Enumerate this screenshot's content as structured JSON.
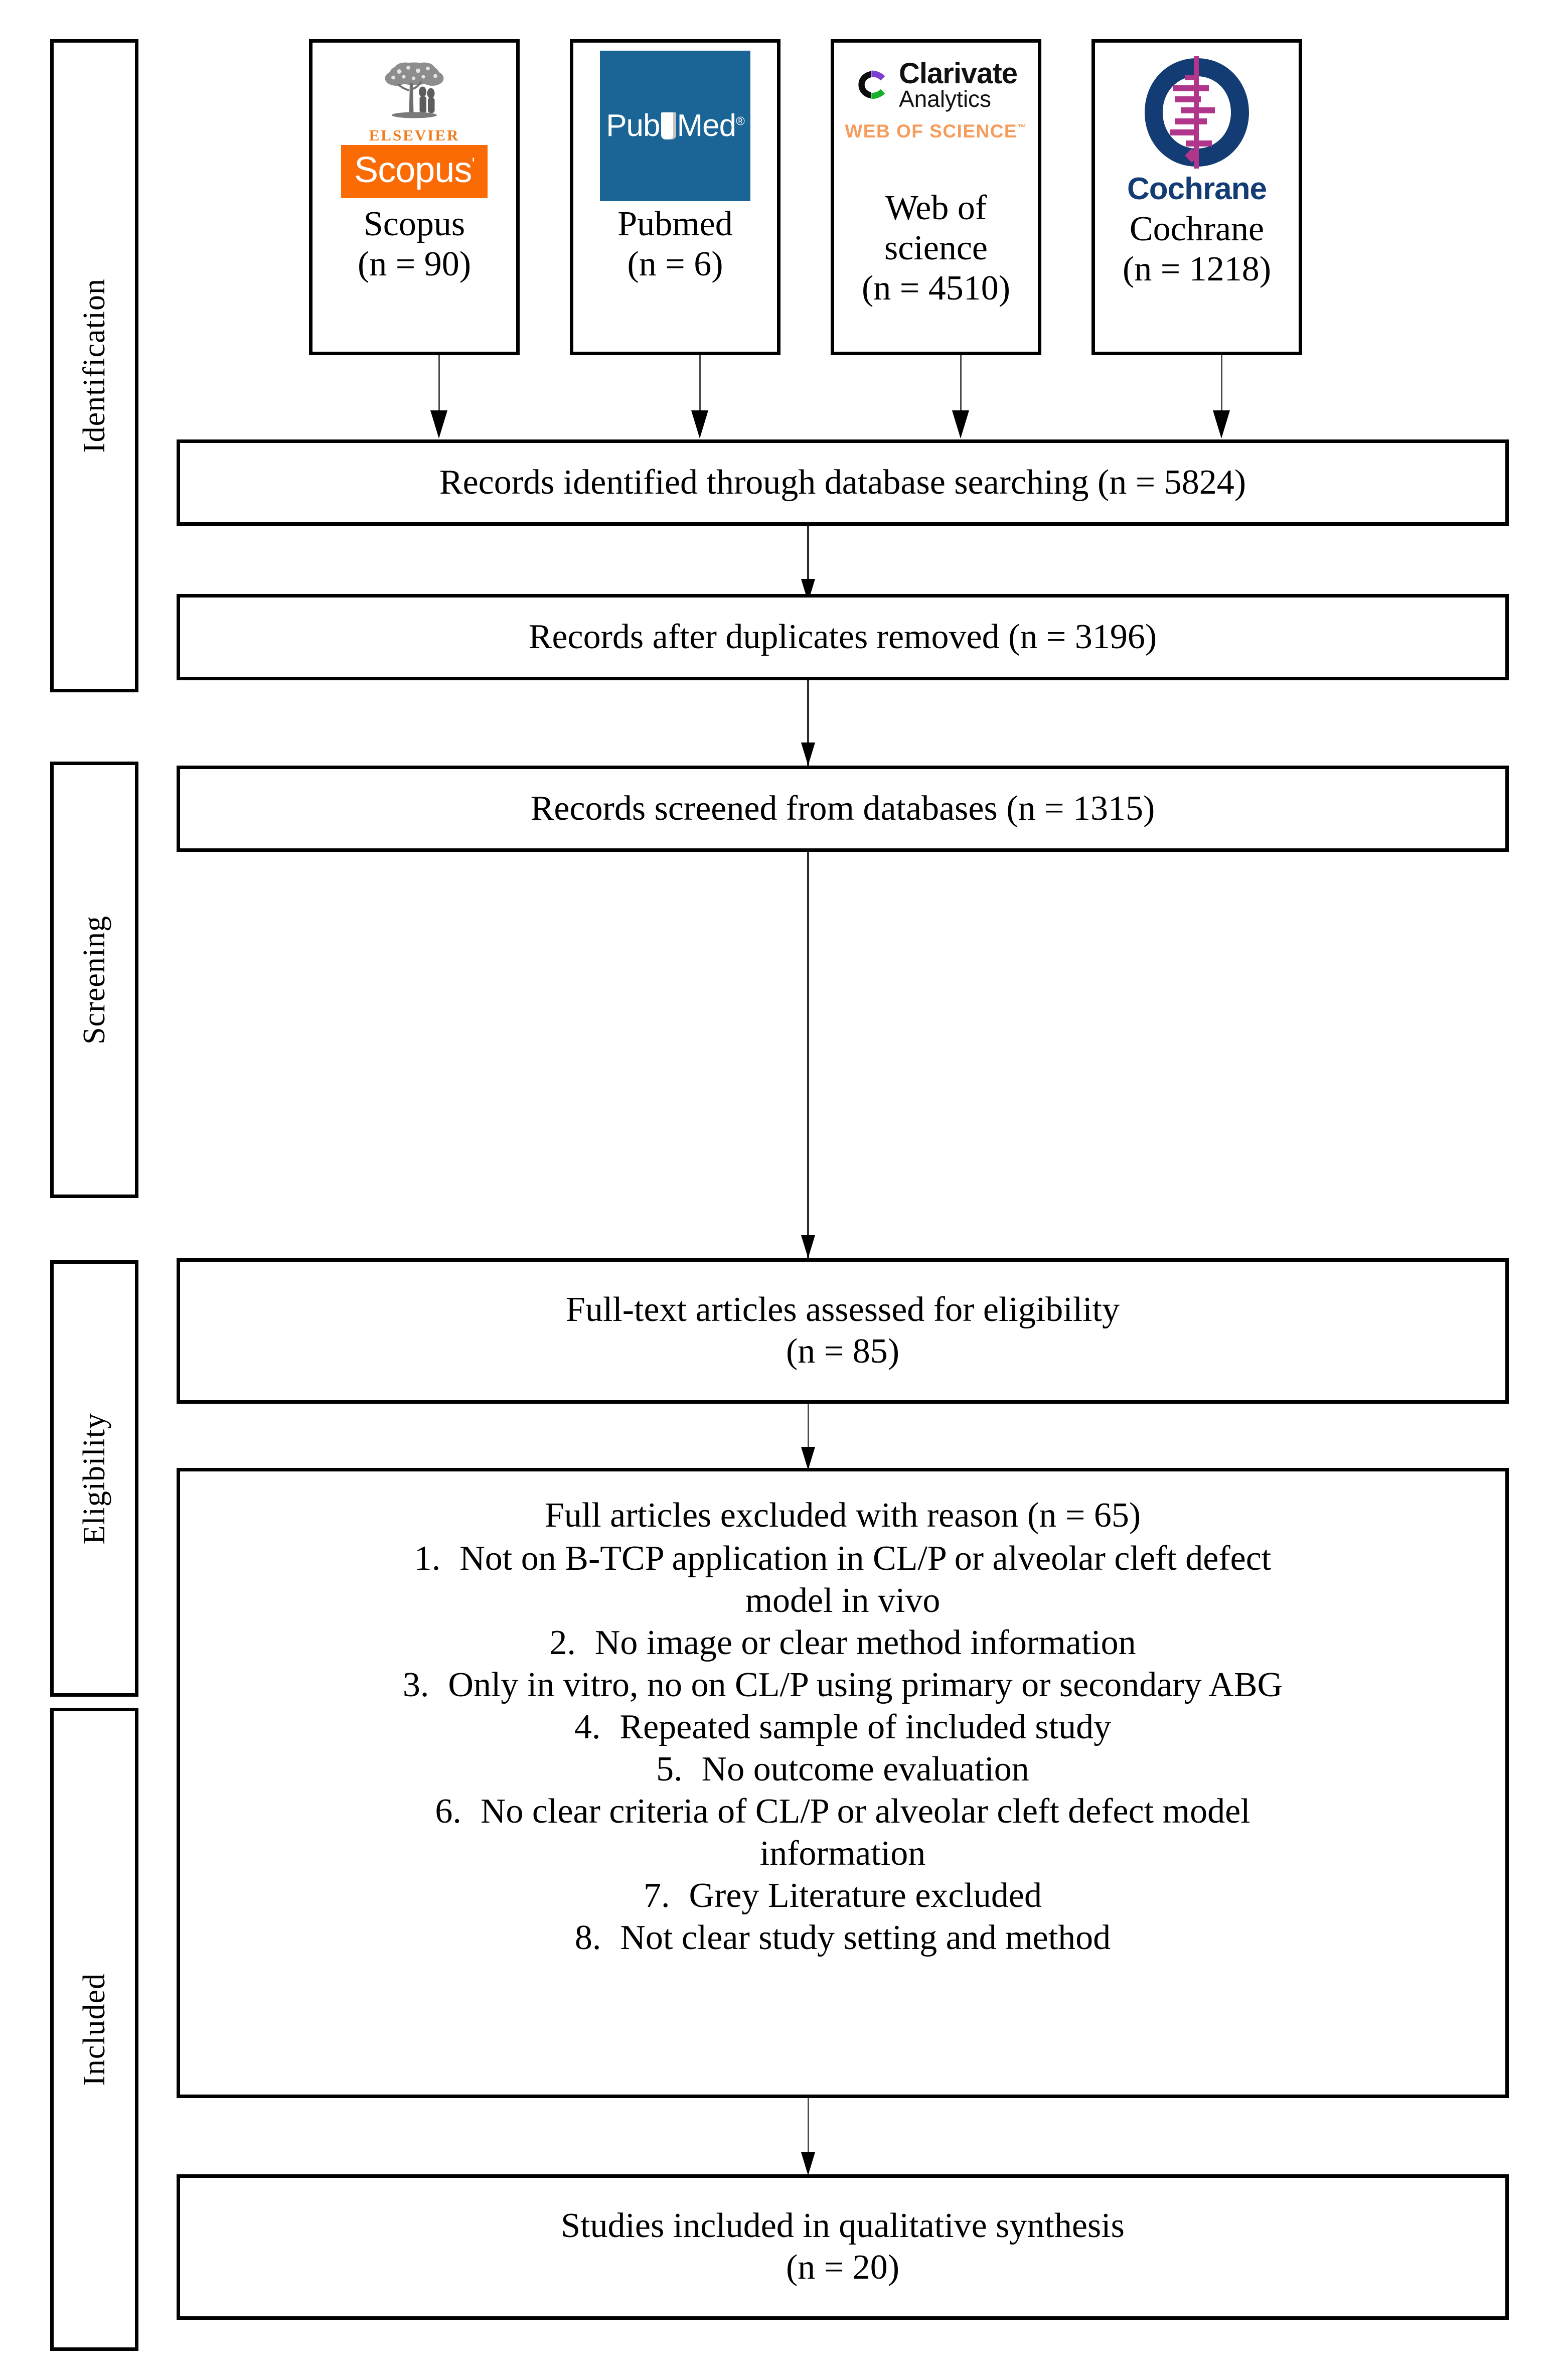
{
  "diagram": {
    "title": "PRISMA flow diagram",
    "stages": [
      {
        "label": "Identification"
      },
      {
        "label": "Screening"
      },
      {
        "label": "Eligibility"
      },
      {
        "label": "Included"
      }
    ],
    "databases": [
      {
        "name": "Scopus",
        "count": "(n = 90)",
        "logo": "scopus-logo",
        "logo_text": {
          "brand": "ELSEVIER",
          "wordmark": "Scopus",
          "mark": "elsevier-tree-icon"
        }
      },
      {
        "name": "Pubmed",
        "count": "(n = 6)",
        "logo": "pubmed-logo",
        "logo_text": {
          "wordmark_a": "Pub",
          "wordmark_b": "Med",
          "registered": "®"
        }
      },
      {
        "name_line1": "Web of",
        "name_line2": "science",
        "name": "Web of science",
        "count": "(n = 4510)",
        "logo": "web-of-science-logo",
        "logo_text": {
          "brand": "Clarivate",
          "sub": "Analytics",
          "product": "WEB OF SCIENCE",
          "tm": "™"
        }
      },
      {
        "name": "Cochrane",
        "count": "(n = 1218)",
        "logo": "cochrane-logo",
        "logo_text": {
          "wordmark": "Cochrane"
        }
      }
    ],
    "boxes": {
      "identified": "Records identified through database searching (n = 5824)",
      "deduplicated": "Records after duplicates removed (n = 3196)",
      "screened": "Records screened from databases (n = 1315)",
      "fulltext_line1": "Full-text articles assessed for eligibility",
      "fulltext_line2": "(n = 85)",
      "included_line1": "Studies included in qualitative synthesis",
      "included_line2": "(n = 20)"
    },
    "excluded": {
      "heading": "Full articles excluded with reason  (n = 65)",
      "items": [
        {
          "num": "1.",
          "text_line1": "Not on B-TCP application in CL/P or alveolar cleft defect",
          "text_line2": "model in vivo"
        },
        {
          "num": "2.",
          "text_line1": "No image or clear method information"
        },
        {
          "num": "3.",
          "text_line1": "Only in vitro, no on CL/P using primary or secondary ABG"
        },
        {
          "num": "4.",
          "text_line1": "Repeated sample of included study"
        },
        {
          "num": "5.",
          "text_line1": "No outcome evaluation"
        },
        {
          "num": "6.",
          "text_line1": "No clear criteria of CL/P or alveolar cleft defect model",
          "text_line2": "information"
        },
        {
          "num": "7.",
          "text_line1": "Grey Literature excluded"
        },
        {
          "num": "8.",
          "text_line1": "Not clear study setting and method"
        }
      ]
    },
    "colors": {
      "scopus_orange": "#fa6b05",
      "elsevier_orange": "#f07c1e",
      "pubmed_blue": "#1a6496",
      "wos_orange": "#f59b5b",
      "clarivate_purple": "#7d3fd1",
      "clarivate_green": "#16b12b",
      "cochrane_navy": "#123c73",
      "cochrane_magenta": "#b0368c",
      "outline": "#000000"
    }
  }
}
